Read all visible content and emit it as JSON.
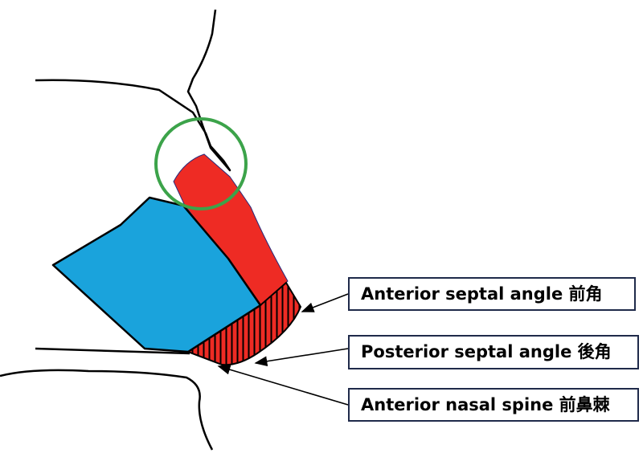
{
  "labels": {
    "anterior_septal_angle": "Anterior septal angle 前角",
    "posterior_septal_angle": "Posterior septal angle 後角",
    "anterior_nasal_spine": "Anterior nasal spine 前鼻棘"
  },
  "colors": {
    "lateral_cartilage": "#1aa3dc",
    "septal_cartilage": "#ee2b24",
    "highlight_circle": "#3ca34a",
    "outline": "#000000",
    "label_border": "#1f2a4a"
  }
}
